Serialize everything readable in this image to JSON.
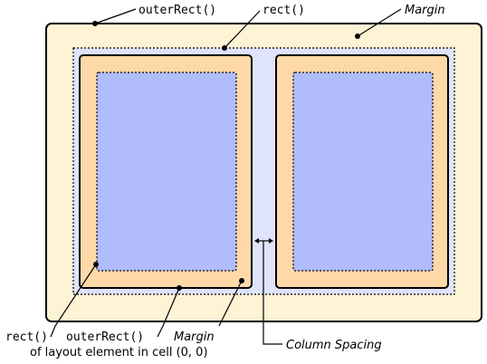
{
  "labels": {
    "outer_rect_top": "outerRect()",
    "rect_top": "rect()",
    "margin_top": "Margin",
    "rect_cell": "rect()",
    "outer_rect_cell": "outerRect()",
    "margin_cell": "Margin",
    "cell_caption": "of layout element in cell (0, 0)",
    "column_spacing": "Column Spacing"
  },
  "colors": {
    "outer_fill": "#fff3d6",
    "inner_area_fill": "#dfe3fb",
    "cell_outer_fill": "#ffd8a8",
    "cell_rect_fill": "#b0bcfb",
    "stroke": "#000000"
  }
}
